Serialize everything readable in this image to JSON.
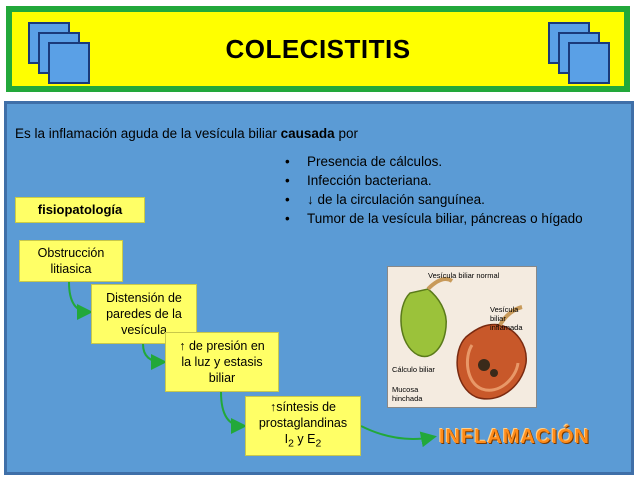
{
  "header": {
    "title": "COLECISTITIS"
  },
  "intro": {
    "text_before": "Es la inflamación aguda de la vesícula biliar ",
    "emphasis": "causada",
    "text_after": " por"
  },
  "causes": [
    "Presencia de cálculos.",
    "Infección bacteriana.",
    "↓ de la circulación sanguínea.",
    "Tumor de la vesícula biliar, páncreas o hígado"
  ],
  "section_label": "fisiopatología",
  "steps": [
    {
      "line1": "Obstrucción",
      "line2": "litiasica",
      "line3": ""
    },
    {
      "line1": "Distensión de",
      "line2": "paredes de la",
      "line3": "vesícula"
    },
    {
      "line1": "↑ de presión en",
      "line2": "la luz y estasis",
      "line3": "biliar"
    },
    {
      "line1": "↑síntesis de",
      "line2": "prostaglandinas",
      "line3_prefix": "I",
      "line3_sub1": "2",
      "line3_mid": " y E",
      "line3_sub2": "2"
    }
  ],
  "figure": {
    "labels": {
      "normal": "Vesícula biliar normal",
      "inflamed": "Vesícula biliar inflamada",
      "stone": "Cálculo biliar",
      "mucosa": "Mucosa hinchada"
    }
  },
  "result": "INFLAMACIÓN",
  "colors": {
    "title_bg": "#ffff00",
    "title_border": "#22a83a",
    "panel_bg": "#5b9bd5",
    "box_bg": "#ffff66",
    "arrow": "#22a83a",
    "result": "#ff8c1a"
  }
}
